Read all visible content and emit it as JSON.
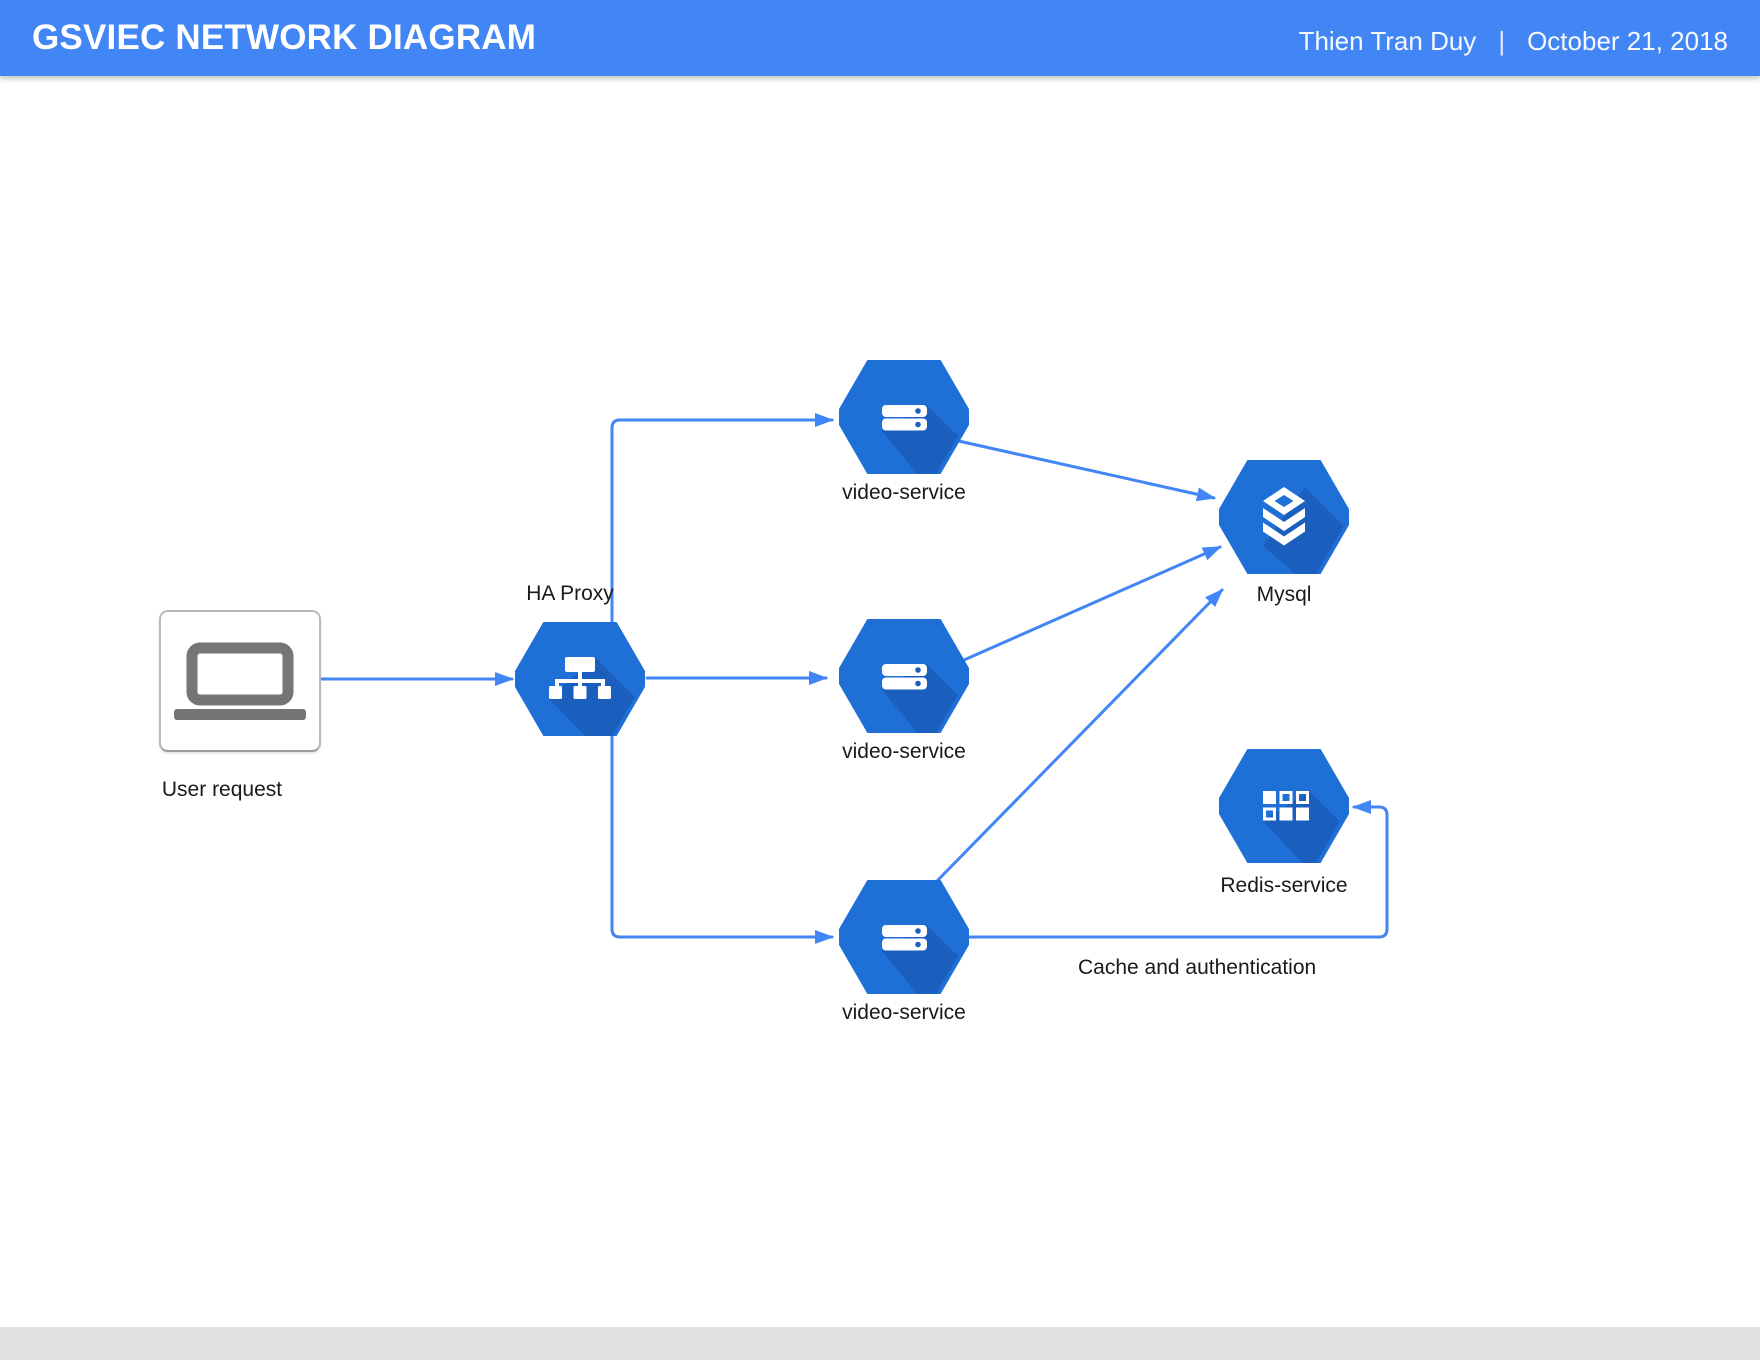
{
  "header": {
    "title": "GSVIEC NETWORK DIAGRAM",
    "author": "Thien Tran Duy",
    "separator": "|",
    "date": "October 21, 2018"
  },
  "diagram": {
    "nodes": {
      "user_request": {
        "label": "User request",
        "icon": "laptop-icon"
      },
      "ha_proxy": {
        "label": "HA Proxy",
        "icon": "load-balancer-icon"
      },
      "video_service_1": {
        "label": "video-service",
        "icon": "server-icon"
      },
      "video_service_2": {
        "label": "video-service",
        "icon": "server-icon"
      },
      "video_service_3": {
        "label": "video-service",
        "icon": "server-icon"
      },
      "mysql": {
        "label": "Mysql",
        "icon": "database-icon"
      },
      "redis": {
        "label": "Redis-service",
        "icon": "grid-icon"
      }
    },
    "edges": [
      {
        "from": "user_request",
        "to": "ha_proxy",
        "label": ""
      },
      {
        "from": "ha_proxy",
        "to": "video_service_1",
        "label": ""
      },
      {
        "from": "ha_proxy",
        "to": "video_service_2",
        "label": ""
      },
      {
        "from": "ha_proxy",
        "to": "video_service_3",
        "label": ""
      },
      {
        "from": "video_service_1",
        "to": "mysql",
        "label": ""
      },
      {
        "from": "video_service_2",
        "to": "mysql",
        "label": ""
      },
      {
        "from": "video_service_3",
        "to": "mysql",
        "label": ""
      },
      {
        "from": "video_service_3",
        "to": "redis",
        "label": "Cache and authentication"
      }
    ]
  },
  "colors": {
    "header_bg": "#4285F4",
    "connector": "#4285F4",
    "hexagon": "#1F70D6",
    "hexagon_shadow": "#1A5FBE",
    "icon_white": "#FFFFFF",
    "laptop_gray": "#757575",
    "footer_bg": "#E0E0E0",
    "label_text": "#1A1A1A"
  }
}
